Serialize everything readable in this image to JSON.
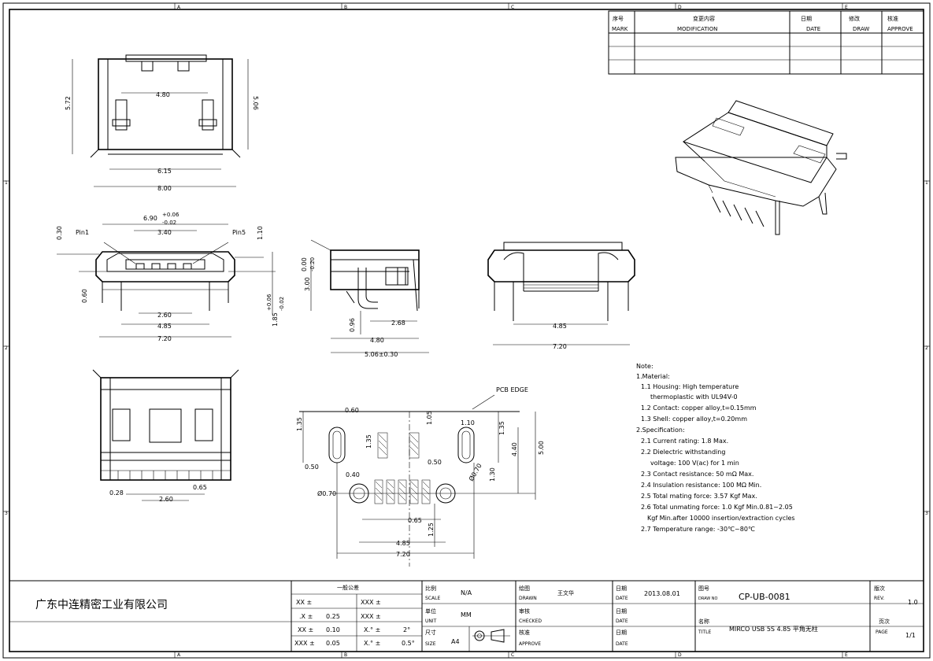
{
  "frame": {
    "zones_top": [
      "A",
      "B",
      "C",
      "D",
      "E"
    ],
    "zones_side": [
      "1",
      "2",
      "3"
    ]
  },
  "revision_table": {
    "headers": [
      {
        "cn": "序号",
        "en": "MARK"
      },
      {
        "cn": "变更内容",
        "en": "MODIFICATION"
      },
      {
        "cn": "日期",
        "en": "DATE"
      },
      {
        "cn": "修改",
        "en": "DRAW"
      },
      {
        "cn": "核准",
        "en": "APPROVE"
      }
    ]
  },
  "top_view": {
    "dims": {
      "w1": "4.80",
      "w2": "6.15",
      "w3": "8.00",
      "h1": "5.72",
      "h2": "5.06"
    }
  },
  "front_view": {
    "dims": {
      "top": "6.90",
      "top_tol_plus": "+0.06",
      "top_tol_minus": "-0.02",
      "pitch": "3.40",
      "pin_w": "2.60",
      "inner": "4.85",
      "outer": "7.20",
      "left_h": "0.30",
      "left_h2": "0.60",
      "right_h": "1.10",
      "right_h2": "1.85",
      "right_tol_plus": "+0.06",
      "right_tol_minus": "-0.02"
    },
    "pin1": "Pin1",
    "pin5": "Pin5"
  },
  "side_view": {
    "dims": {
      "h_a": "0.00",
      "h_a_tol": "-0.20",
      "h_b": "3.00",
      "d1": "0.96",
      "d2": "2.68",
      "d3": "4.80",
      "d4": "5.06±0.30"
    }
  },
  "back_view": {
    "dims": {
      "inner": "4.85",
      "outer": "7.20"
    }
  },
  "bottom_view": {
    "dims": {
      "left": "0.28",
      "pitch": "2.60",
      "right": "0.65"
    }
  },
  "pcb_layout": {
    "pcb_edge": "PCB EDGE",
    "dims": {
      "d060": "0.60",
      "d135a": "1.35",
      "d105": "1.05",
      "d110": "1.10",
      "d135b": "1.35",
      "d135c": "1.35",
      "d050a": "0.50",
      "d050b": "0.50",
      "d040": "0.40",
      "d440": "4.40",
      "d500": "5.00",
      "d130": "1.30",
      "phi070a": "Ø0.70",
      "phi070b": "Ø0.70",
      "d065": "0.65",
      "d125": "1.25",
      "d485": "4.85",
      "d720": "7.20"
    }
  },
  "notes": {
    "lines": [
      "Note:",
      "1.Material:",
      "1.1 Housing: High temperature",
      "thermoplastic with UL94V-0",
      "1.2 Contact: copper alloy,t=0.15mm",
      "1.3 Shell: copper alloy,t=0.20mm",
      "2.Specification:",
      "2.1 Current rating: 1.8 Max.",
      "2.2 Dielectric withstanding",
      "voltage: 100 V(ac) for 1 min",
      "2.3 Contact resistance: 50 mΩ Max.",
      "2.4 Insulation resistance: 100 MΩ Min.",
      "2.5 Total mating force: 3.57 Kgf Max.",
      "2.6 Total unmating force: 1.0 Kgf Min.0.81~2.05",
      "Kgf Min.after 10000 insertion/extraction cycles",
      "2.7 Temperature range: -30℃~80℃"
    ]
  },
  "title_block": {
    "company": "广东中连精密工业有限公司",
    "tolerance_header": "一般公差",
    "tol_rows": [
      {
        "a": "XX ±",
        "av": "",
        "b": "XXX ±",
        "bv": ""
      },
      {
        "a": ".X ±",
        "av": "0.25",
        "b": "XXX ±",
        "bv": ""
      },
      {
        "a": "XX ±",
        "av": "0.10",
        "b": "X.° ±",
        "bv": "2°"
      },
      {
        "a": "XXX ±",
        "av": "0.05",
        "b": "X.° ±",
        "bv": "0.5°"
      }
    ],
    "scale_cn": "比例",
    "scale_en": "SCALE",
    "scale_val": "N/A",
    "unit_cn": "单位",
    "unit_en": "UNIT",
    "unit_val": "MM",
    "size_cn": "尺寸",
    "size_en": "SIZE",
    "size_val": "A4",
    "drawn_cn": "绘图",
    "drawn_en": "DRAWN",
    "drawn_val": "王文华",
    "checked_cn": "审核",
    "checked_en": "CHECKED",
    "checked_val": "",
    "approve_cn": "核准",
    "approve_en": "APPROVE",
    "approve_val": "",
    "date_cn": "日期",
    "date_en": "DATE",
    "date_val": "2013.08.01",
    "drawing_no_cn": "图号",
    "drawing_no_en": "DRAW NO",
    "drawing_no": "CP-UB-0081",
    "title_cn": "名称",
    "title_en": "TITLE",
    "title_val": "MIRCO USB 5S 4.85 平角无柱",
    "rev_cn": "版次",
    "rev_en": "REV.",
    "rev_val": "1.0",
    "page_cn": "页次",
    "page_en": "PAGE",
    "page_val": "1/1"
  }
}
